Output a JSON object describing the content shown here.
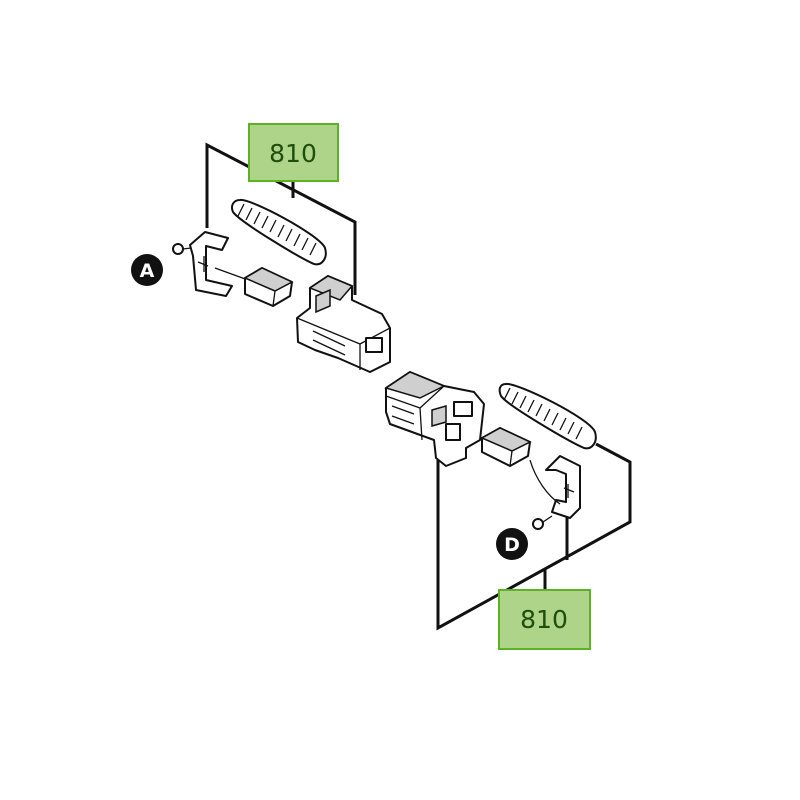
{
  "diagram": {
    "colors": {
      "label_fill": "#aed48a",
      "label_border": "#5bb324",
      "label_text": "#1f4d0a",
      "line": "#111111",
      "marker_fill": "#111111",
      "marker_text": "#ffffff"
    },
    "labels": {
      "top": "810",
      "bottom": "810"
    },
    "markers": {
      "a": "A",
      "d": "D"
    }
  }
}
